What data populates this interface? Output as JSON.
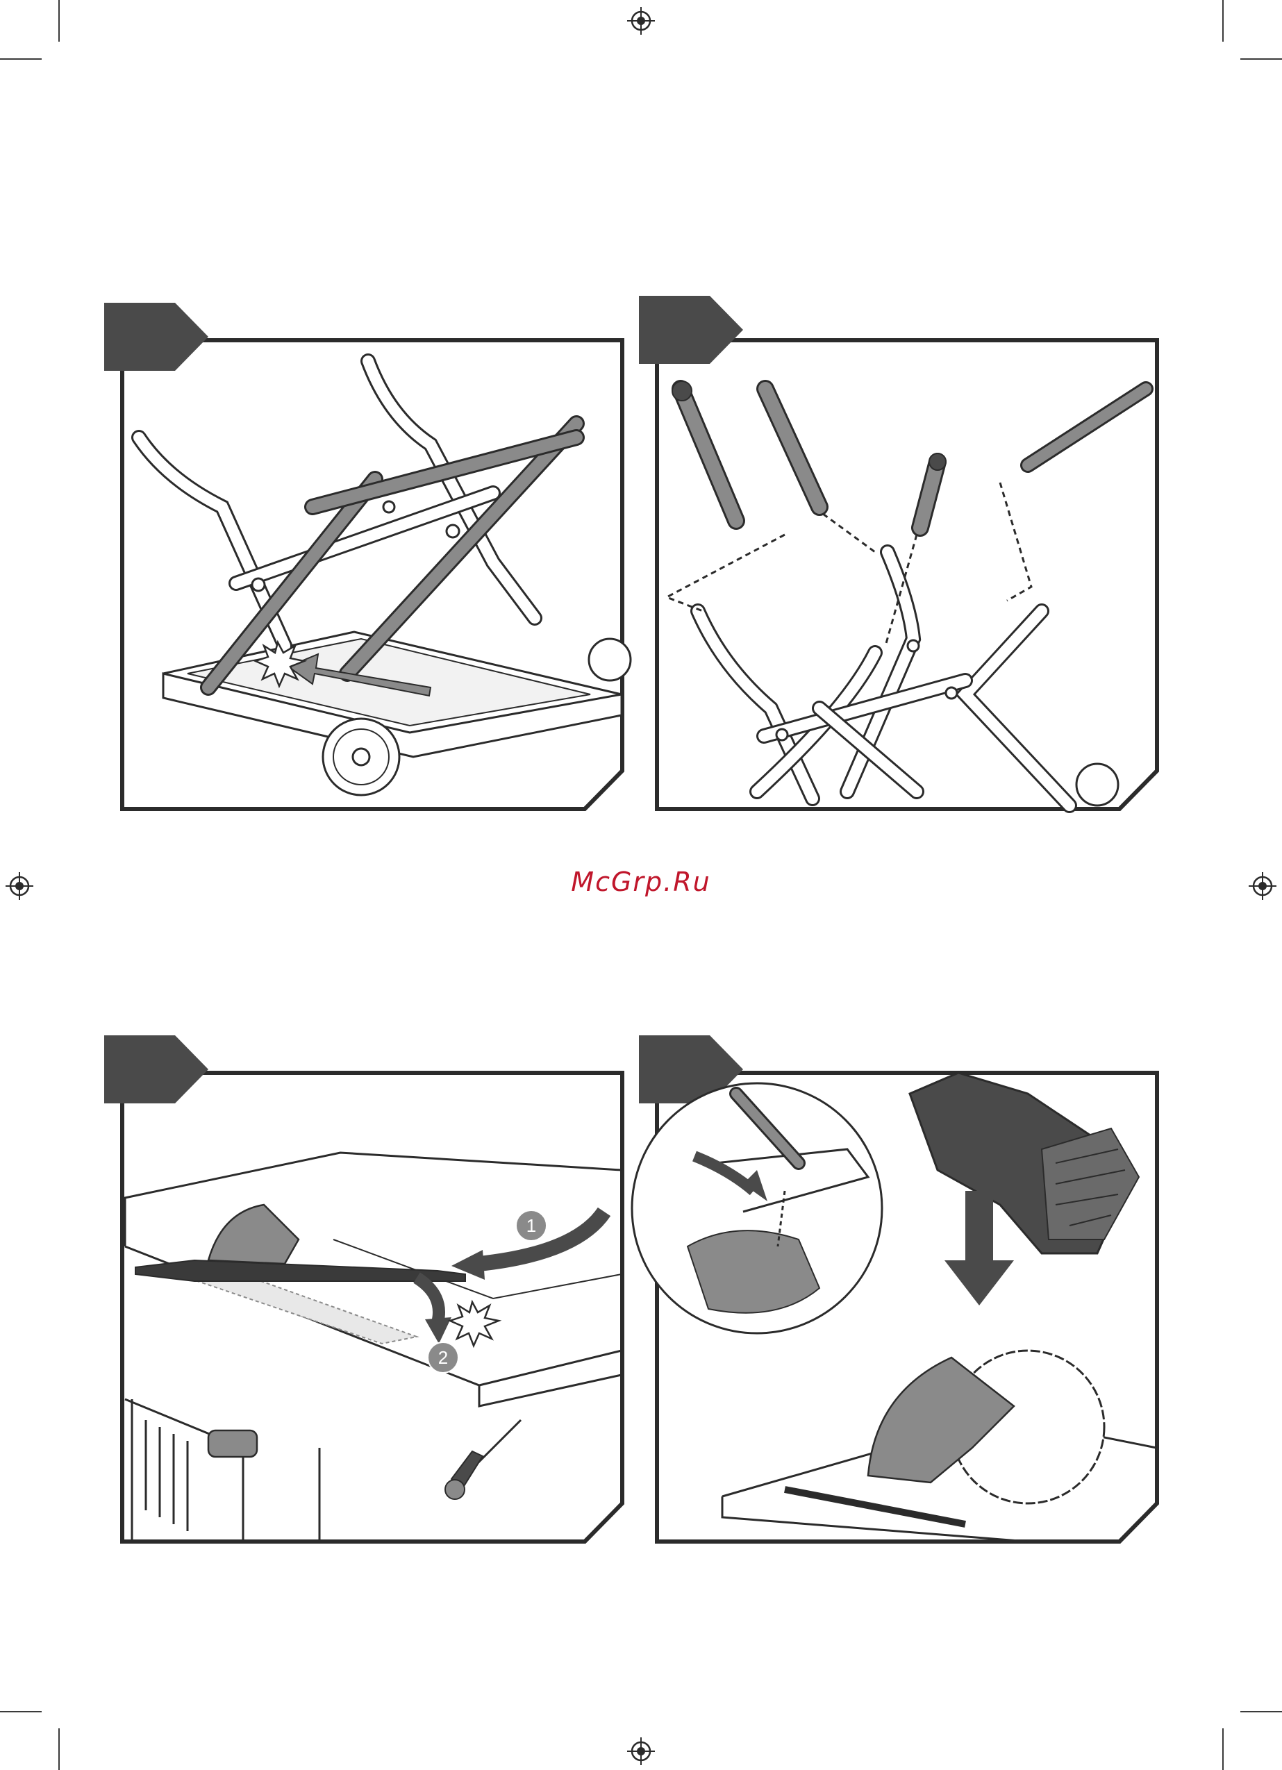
{
  "watermark": {
    "text": "McGrp.Ru",
    "color": "#c0162b"
  },
  "ink_color": "#2b2b2b",
  "tab_color": "#4a4a4a",
  "part_grey": "#8a8a8a",
  "step3_callouts": [
    "1",
    "2"
  ],
  "panels": [
    {
      "name": "panel-stand-unfold",
      "icon": "click-burst-icon"
    },
    {
      "name": "panel-insert-legs",
      "icon": "dashed-guide-icon"
    },
    {
      "name": "panel-table-insert",
      "icon": "click-burst-icon"
    },
    {
      "name": "panel-blade-guard",
      "icon": "down-arrow-icon"
    }
  ]
}
